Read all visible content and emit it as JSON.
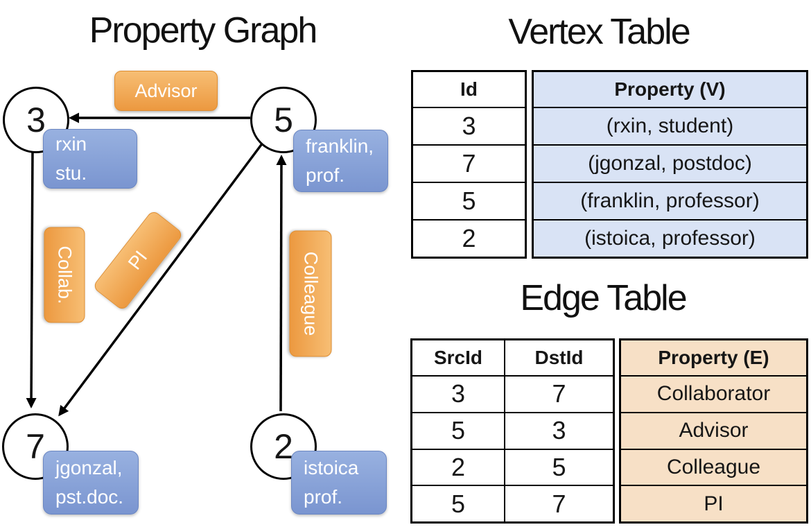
{
  "left_panel": {
    "title": "Property Graph",
    "nodes": [
      {
        "id": "3",
        "property_lines": [
          "rxin",
          "stu."
        ]
      },
      {
        "id": "5",
        "property_lines": [
          "franklin,",
          "prof."
        ]
      },
      {
        "id": "7",
        "property_lines": [
          "jgonzal,",
          "pst.doc."
        ]
      },
      {
        "id": "2",
        "property_lines": [
          "istoica",
          "prof."
        ]
      }
    ],
    "edges": [
      {
        "from": "5",
        "to": "3",
        "label": "Advisor"
      },
      {
        "from": "3",
        "to": "7",
        "label": "Collab."
      },
      {
        "from": "5",
        "to": "7",
        "label": "PI"
      },
      {
        "from": "2",
        "to": "5",
        "label": "Colleague"
      }
    ]
  },
  "vertex_table": {
    "title": "Vertex Table",
    "headers": {
      "id": "Id",
      "property": "Property (V)"
    },
    "rows": [
      {
        "id": "3",
        "property": "(rxin, student)"
      },
      {
        "id": "7",
        "property": "(jgonzal, postdoc)"
      },
      {
        "id": "5",
        "property": "(franklin, professor)"
      },
      {
        "id": "2",
        "property": "(istoica, professor)"
      }
    ]
  },
  "edge_table": {
    "title": "Edge Table",
    "headers": {
      "src": "SrcId",
      "dst": "DstId",
      "property": "Property (E)"
    },
    "rows": [
      {
        "src": "3",
        "dst": "7",
        "property": "Collaborator"
      },
      {
        "src": "5",
        "dst": "3",
        "property": "Advisor"
      },
      {
        "src": "2",
        "dst": "5",
        "property": "Colleague"
      },
      {
        "src": "5",
        "dst": "7",
        "property": "PI"
      }
    ]
  },
  "colors": {
    "edge_label_top": "#F7BE74",
    "edge_label_bottom": "#EC9940",
    "edge_label_border": "#DE8D31",
    "vertex_label_top": "#98B1E0",
    "vertex_label_bottom": "#7A95D0",
    "vertex_label_border": "#6A86C2",
    "vertex_property_fill": "#D9E3F5",
    "edge_property_fill": "#F7E0C6",
    "line_color": "#000000"
  }
}
